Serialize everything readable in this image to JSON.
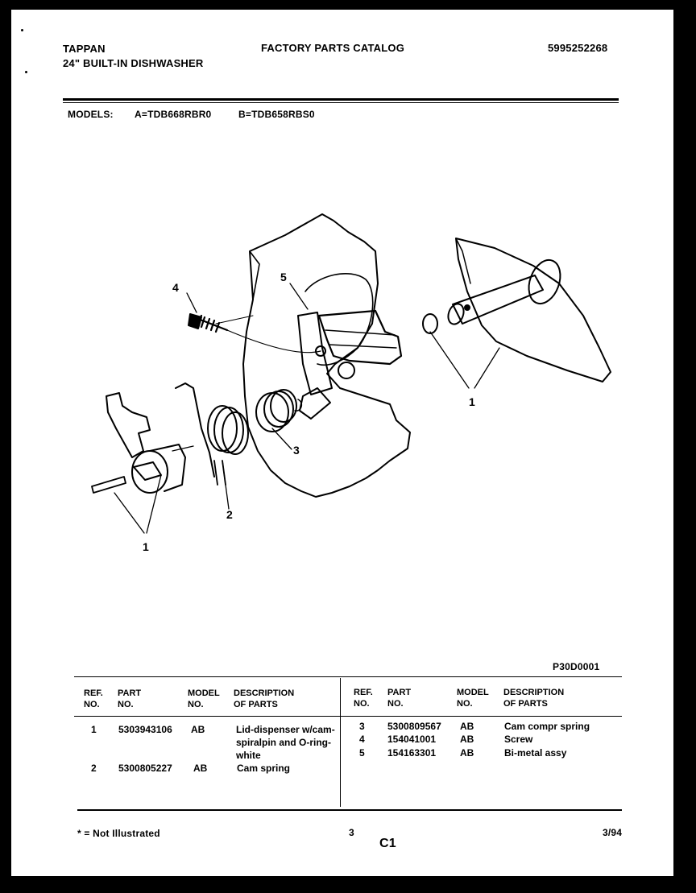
{
  "header": {
    "brand": "TAPPAN",
    "product": "24\" BUILT-IN DISHWASHER",
    "catalog_title": "FACTORY PARTS CATALOG",
    "catalog_number": "5995252268",
    "models_label": "MODELS:",
    "model_a": "A=TDB668RBR0",
    "model_b": "B=TDB658RBS0"
  },
  "diagram": {
    "callouts": [
      "4",
      "5",
      "1",
      "2",
      "3",
      "1"
    ],
    "figure_code": "P30D0001"
  },
  "table": {
    "headers": {
      "ref_1": "REF.",
      "ref_2": "NO.",
      "part_1": "PART",
      "part_2": "NO.",
      "model_1": "MODEL",
      "model_2": "NO.",
      "desc_1": "DESCRIPTION",
      "desc_2": "OF PARTS"
    },
    "left_rows": [
      {
        "ref": "1",
        "part": "5303943106",
        "model": "AB",
        "desc": "Lid-dispenser w/cam-spiralpin and O-ring-white"
      },
      {
        "ref": "2",
        "part": "5300805227",
        "model": "AB",
        "desc": "Cam spring"
      }
    ],
    "right_rows": [
      {
        "ref": "3",
        "part": "5300809567",
        "model": "AB",
        "desc": "Cam compr spring"
      },
      {
        "ref": "4",
        "part": "154041001",
        "model": "AB",
        "desc": "Screw"
      },
      {
        "ref": "5",
        "part": "154163301",
        "model": "AB",
        "desc": "Bi-metal assy"
      }
    ]
  },
  "footer": {
    "note": "* = Not Illustrated",
    "page": "3",
    "section": "C1",
    "date": "3/94"
  }
}
